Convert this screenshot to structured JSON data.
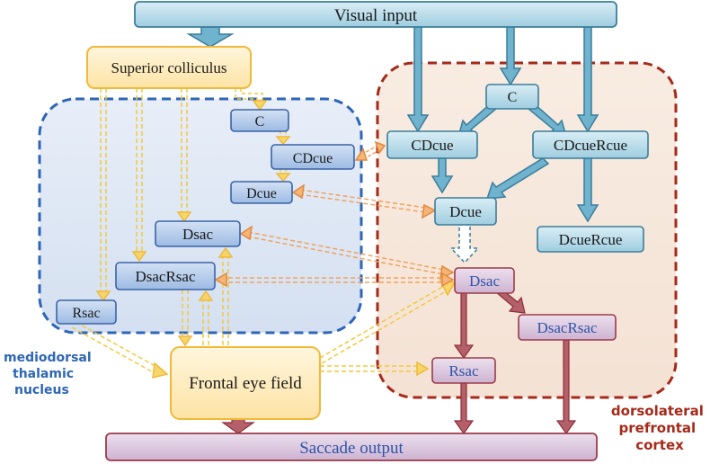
{
  "diagram": {
    "top_box": {
      "label": "Visual input"
    },
    "bottom_box": {
      "label": "Saccade output"
    },
    "superior_colliculus": {
      "label": "Superior colliculus"
    },
    "frontal_eye_field": {
      "label": "Frontal eye field"
    },
    "md_region": {
      "label_lines": [
        "mediodorsal",
        "thalamic",
        "nucleus"
      ],
      "color": "#2e66b6"
    },
    "dlpfc_region": {
      "label_lines": [
        "dorsolateral",
        "prefrontal",
        "cortex"
      ],
      "color": "#a52a1a"
    },
    "md_nodes": {
      "c": "C",
      "cdcue": "CDcue",
      "dcue": "Dcue",
      "dsac": "Dsac",
      "dsacrsac": "DsacRsac",
      "rsac": "Rsac"
    },
    "pfc_nodes": {
      "c": "C",
      "cdcue": "CDcue",
      "cdcuercue": "CDcueRcue",
      "dcue": "Dcue",
      "dcuercue": "DcueRcue",
      "dsac": "Dsac",
      "dsacrsac": "DsacRsac",
      "rsac": "Rsac"
    },
    "colors": {
      "teal_fill": "#a9d4e3",
      "teal_stroke": "#3b7d9a",
      "blue_fill": "#a8c2e6",
      "blue_stroke": "#3a63a6",
      "purple_fill": "#d6c0d9",
      "purple_stroke": "#9b3b48",
      "yellow_fill": "#fde9b6",
      "yellow_stroke": "#f0b93a",
      "orange_arrow": "#f2a25e",
      "yellow_arrow": "#f3c83c",
      "maroon_arrow": "#a0404a"
    }
  }
}
